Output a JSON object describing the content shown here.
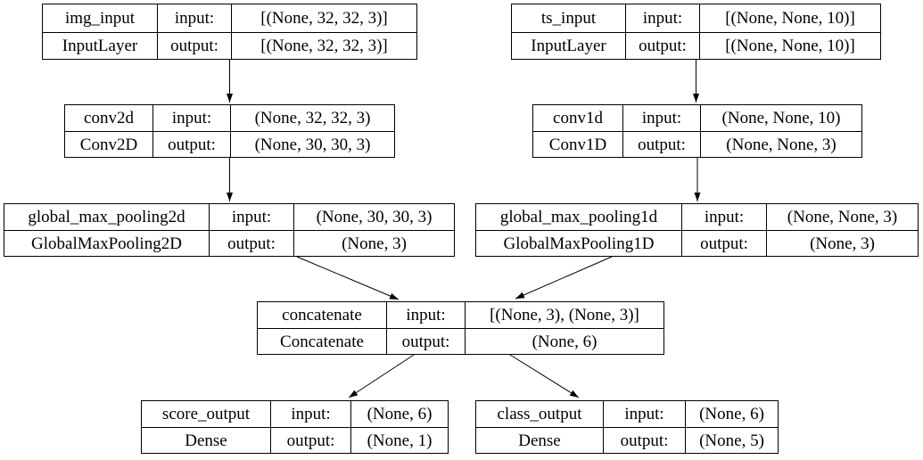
{
  "diagram": {
    "kind": "keras-model-architecture-graph",
    "background": "#ffffff",
    "node_border_color": "#000000",
    "edge_color": "#000000",
    "text_color": "#000000"
  },
  "labels": {
    "input": "input:",
    "output": "output:"
  },
  "nodes": [
    {
      "id": "img_input",
      "name": "img_input",
      "type": "InputLayer",
      "input": "[(None, 32, 32, 3)]",
      "output": "[(None, 32, 32, 3)]"
    },
    {
      "id": "ts_input",
      "name": "ts_input",
      "type": "InputLayer",
      "input": "[(None, None, 10)]",
      "output": "[(None, None, 10)]"
    },
    {
      "id": "conv2d",
      "name": "conv2d",
      "type": "Conv2D",
      "input": "(None, 32, 32, 3)",
      "output": "(None, 30, 30, 3)"
    },
    {
      "id": "conv1d",
      "name": "conv1d",
      "type": "Conv1D",
      "input": "(None, None, 10)",
      "output": "(None, None, 3)"
    },
    {
      "id": "global_max_pooling2d",
      "name": "global_max_pooling2d",
      "type": "GlobalMaxPooling2D",
      "input": "(None, 30, 30, 3)",
      "output": "(None, 3)"
    },
    {
      "id": "global_max_pooling1d",
      "name": "global_max_pooling1d",
      "type": "GlobalMaxPooling1D",
      "input": "(None, None, 3)",
      "output": "(None, 3)"
    },
    {
      "id": "concatenate",
      "name": "concatenate",
      "type": "Concatenate",
      "input": "[(None, 3), (None, 3)]",
      "output": "(None, 6)"
    },
    {
      "id": "score_output",
      "name": "score_output",
      "type": "Dense",
      "input": "(None, 6)",
      "output": "(None, 1)"
    },
    {
      "id": "class_output",
      "name": "class_output",
      "type": "Dense",
      "input": "(None, 6)",
      "output": "(None, 5)"
    }
  ],
  "edges": [
    {
      "from": "img_input",
      "to": "conv2d"
    },
    {
      "from": "ts_input",
      "to": "conv1d"
    },
    {
      "from": "conv2d",
      "to": "global_max_pooling2d"
    },
    {
      "from": "conv1d",
      "to": "global_max_pooling1d"
    },
    {
      "from": "global_max_pooling2d",
      "to": "concatenate"
    },
    {
      "from": "global_max_pooling1d",
      "to": "concatenate"
    },
    {
      "from": "concatenate",
      "to": "score_output"
    },
    {
      "from": "concatenate",
      "to": "class_output"
    }
  ]
}
